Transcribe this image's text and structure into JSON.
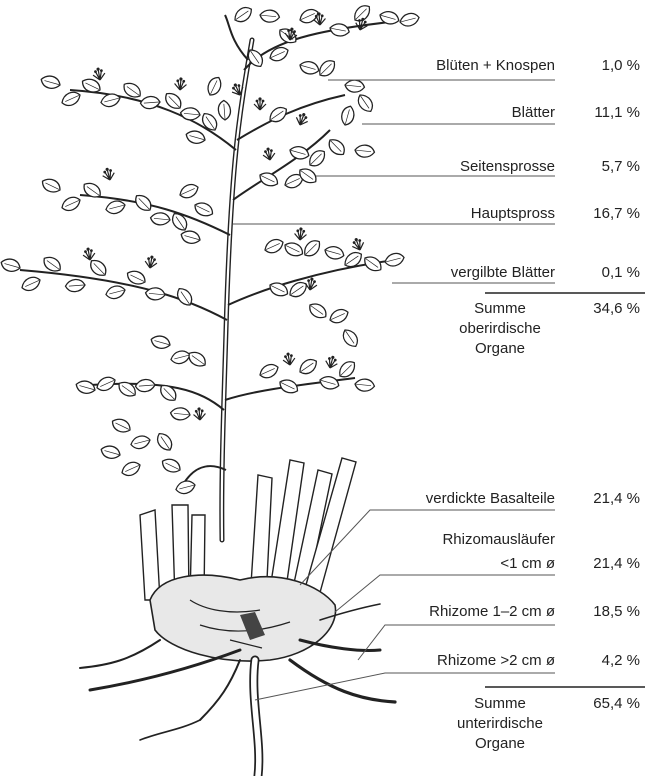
{
  "above_ground": {
    "items": [
      {
        "label": "Blüten + Knospen",
        "value": "1,0 %"
      },
      {
        "label": "Blätter",
        "value": "11,1 %"
      },
      {
        "label": "Seitensprosse",
        "value": "5,7 %"
      },
      {
        "label": "Hauptspross",
        "value": "16,7 %"
      },
      {
        "label": "vergilbte Blätter",
        "value": "0,1 %"
      }
    ],
    "sum": {
      "lines": [
        "Summe",
        "oberirdische",
        "Organe"
      ],
      "value": "34,6 %"
    }
  },
  "below_ground": {
    "items": [
      {
        "label": "verdickte Basalteile",
        "value": "21,4 %"
      },
      {
        "label_lines": [
          "Rhizomausläufer",
          "<1 cm ø"
        ],
        "value": "21,4 %"
      },
      {
        "label": "Rhizome 1–2 cm ø",
        "value": "18,5 %"
      },
      {
        "label": "Rhizome >2 cm ø",
        "value": "4,2 %"
      }
    ],
    "sum": {
      "lines": [
        "Summe",
        "unterirdische",
        "Organe"
      ],
      "value": "65,4 %"
    }
  },
  "colors": {
    "ink": "#222222",
    "leader": "#555555"
  }
}
